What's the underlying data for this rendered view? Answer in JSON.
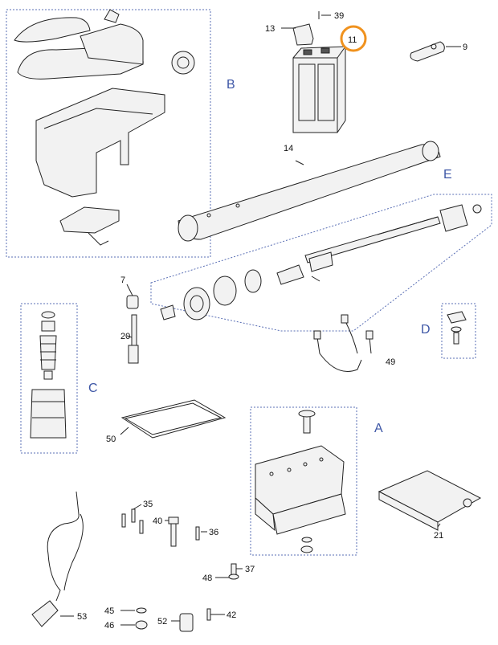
{
  "diagram": {
    "group_labels": {
      "A": "A",
      "B": "B",
      "C": "C",
      "D": "D",
      "E": "E"
    },
    "callouts": {
      "p39": "39",
      "p13": "13",
      "p11": "11",
      "p9": "9",
      "p14": "14",
      "p7": "7",
      "p20": "20",
      "p49": "49",
      "p50": "50",
      "p21": "21",
      "p35": "35",
      "p40": "40",
      "p36": "36",
      "p37": "37",
      "p48": "48",
      "p45": "45",
      "p46": "46",
      "p52": "52",
      "p42": "42",
      "p53": "53"
    },
    "colors": {
      "highlight": "#f0921e",
      "group_label": "#3d56a6",
      "group_border": "#5a6fb5"
    }
  }
}
